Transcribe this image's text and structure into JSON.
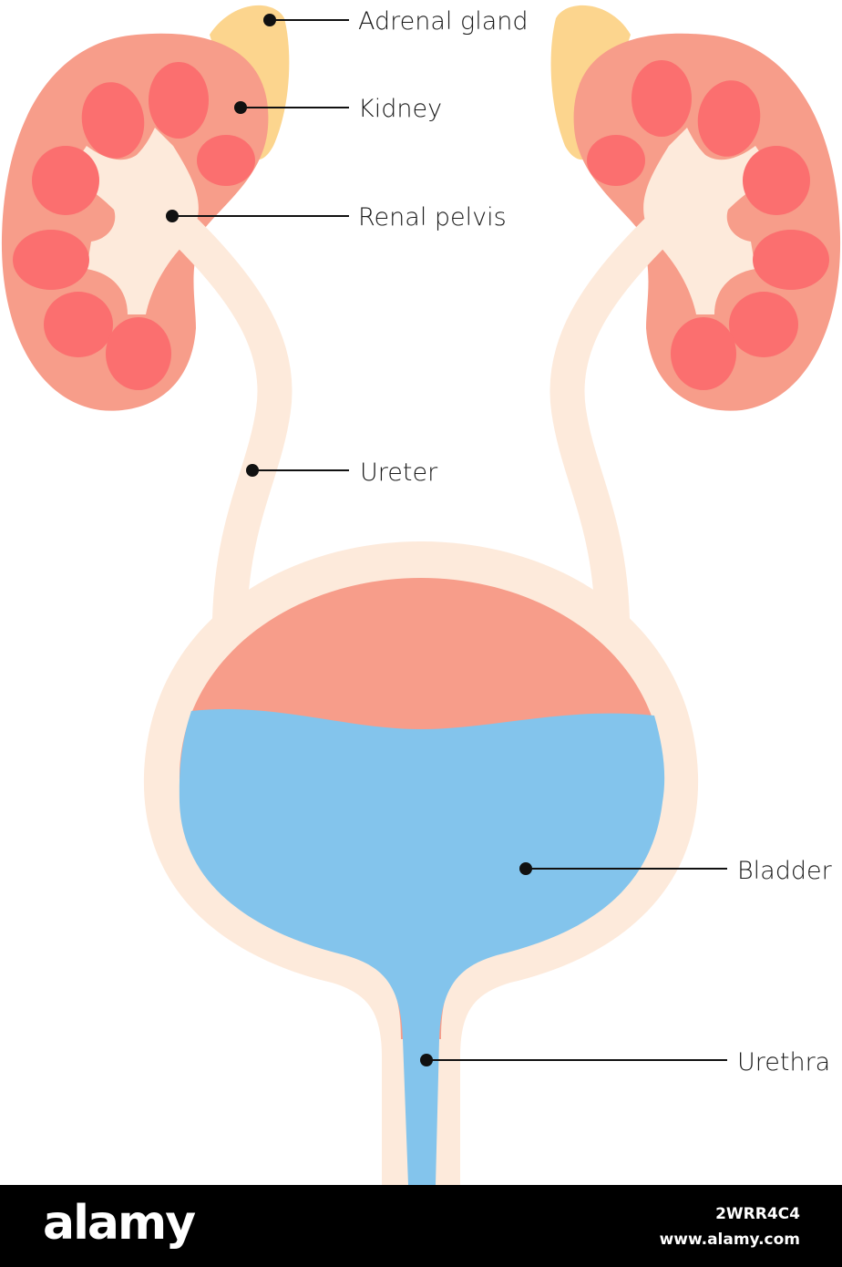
{
  "labels": {
    "adrenal_gland": "Adrenal gland",
    "kidney": "Kidney",
    "renal_pelvis": "Renal pelvis",
    "ureter": "Ureter",
    "bladder": "Bladder",
    "urethra": "Urethra"
  },
  "colors": {
    "kidney_outer": "#f79d8a",
    "kidney_pyramid": "#fb6f6f",
    "pelvis": "#fdeadb",
    "adrenal": "#fcd58e",
    "urine": "#83c4ec",
    "bladder_wall": "#fdeadb",
    "bladder_inner": "#f79d8a",
    "leader": "#111111"
  },
  "footer": {
    "logo": "alamy",
    "image_id": "2WRR4C4",
    "site": "www.alamy.com"
  }
}
